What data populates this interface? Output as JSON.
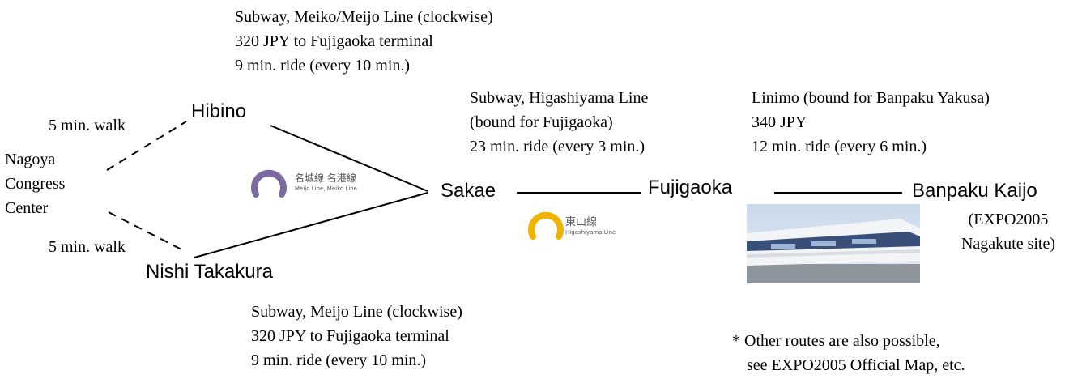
{
  "route_meijo_north": {
    "lines": [
      "Subway, Meiko/Meijo Line (clockwise)",
      "320 JPY to Fujigaoka terminal",
      "9 min. ride (every 10 min.)"
    ]
  },
  "route_meijo_south": {
    "lines": [
      "Subway, Meijo Line (clockwise)",
      "320 JPY to Fujigaoka terminal",
      "9 min. ride (every 10 min.)"
    ]
  },
  "route_higashiyama": {
    "lines": [
      "Subway, Higashiyama Line",
      "(bound for Fujigaoka)",
      "23 min. ride (every 3 min.)"
    ]
  },
  "route_linimo": {
    "lines": [
      "Linimo (bound for Banpaku Yakusa)",
      "340 JPY",
      "12 min. ride (every 6 min.)"
    ]
  },
  "walk_north": "5 min. walk",
  "walk_south": "5 min. walk",
  "origin": {
    "lines": [
      "Nagoya",
      "Congress",
      "Center"
    ]
  },
  "stations": {
    "hibino": "Hibino",
    "nishi_takakura": "Nishi Takakura",
    "sakae": "Sakae",
    "fujigaoka": "Fujigaoka",
    "banpaku_kaijo": "Banpaku Kaijo"
  },
  "expo_site": {
    "lines": [
      "(EXPO2005",
      "Nagakute site)"
    ]
  },
  "logos": {
    "meijo": {
      "jp": "名城線 名港線",
      "en": "Meijo Line, Meiko Line",
      "color": "#7a6aa0"
    },
    "higashiyama": {
      "jp": "東山線",
      "en": "Higashiyama Line",
      "color": "#f0b400"
    }
  },
  "note": {
    "lines": [
      "* Other routes are also possible,",
      "see EXPO2005 Official Map, etc."
    ]
  }
}
